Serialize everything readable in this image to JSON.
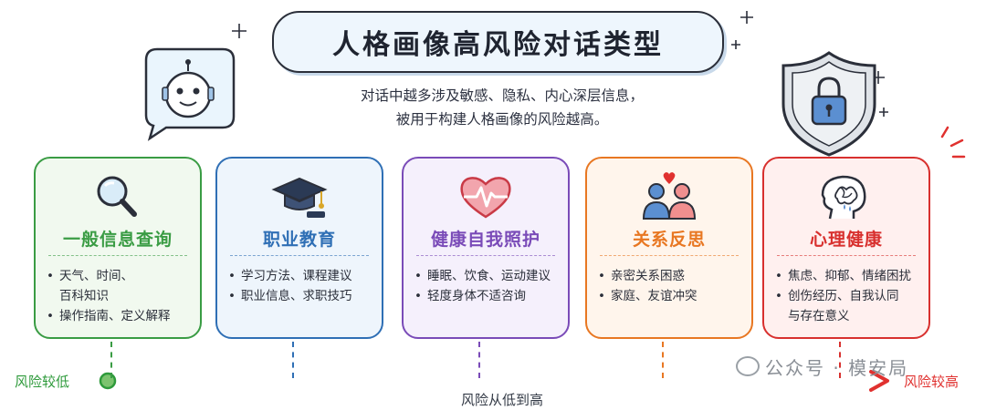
{
  "title": "人格画像高风险对话类型",
  "subtitle": [
    "对话中越多涉及敏感、隐私、内心深层信息，",
    "被用于构建人格画像的风险越高。"
  ],
  "cards": [
    {
      "title": "一般信息查询",
      "color": "#3a9c44",
      "bg": "#f1f9ef",
      "icon": "magnifier-icon",
      "items": [
        "天气、时间、",
        "百科知识",
        "操作指南、定义解释"
      ],
      "bullets": [
        true,
        false,
        true
      ]
    },
    {
      "title": "职业教育",
      "color": "#2f6fb5",
      "bg": "#eef5fc",
      "icon": "graduation-cap-icon",
      "items": [
        "学习方法、课程建议",
        "职业信息、求职技巧"
      ],
      "bullets": [
        true,
        true
      ]
    },
    {
      "title": "健康自我照护",
      "color": "#7a4bb8",
      "bg": "#f5f0fc",
      "icon": "heart-pulse-icon",
      "items": [
        "睡眠、饮食、运动建议",
        "轻度身体不适咨询"
      ],
      "bullets": [
        true,
        true
      ]
    },
    {
      "title": "关系反思",
      "color": "#e87722",
      "bg": "#fff5ec",
      "icon": "people-heart-icon",
      "items": [
        "亲密关系困惑",
        "家庭、友谊冲突"
      ],
      "bullets": [
        true,
        true
      ]
    },
    {
      "title": "心理健康",
      "color": "#d8302e",
      "bg": "#fff0ef",
      "icon": "tangled-mind-icon",
      "items": [
        "焦虑、抑郁、情绪困扰",
        "创伤经历、自我认同",
        "与存在意义"
      ],
      "bullets": [
        true,
        true,
        false
      ]
    }
  ],
  "axis": {
    "low_label": "风险较低",
    "high_label": "风险较高",
    "caption": "风险从低到高"
  },
  "watermark": "公众号 · 模安局"
}
